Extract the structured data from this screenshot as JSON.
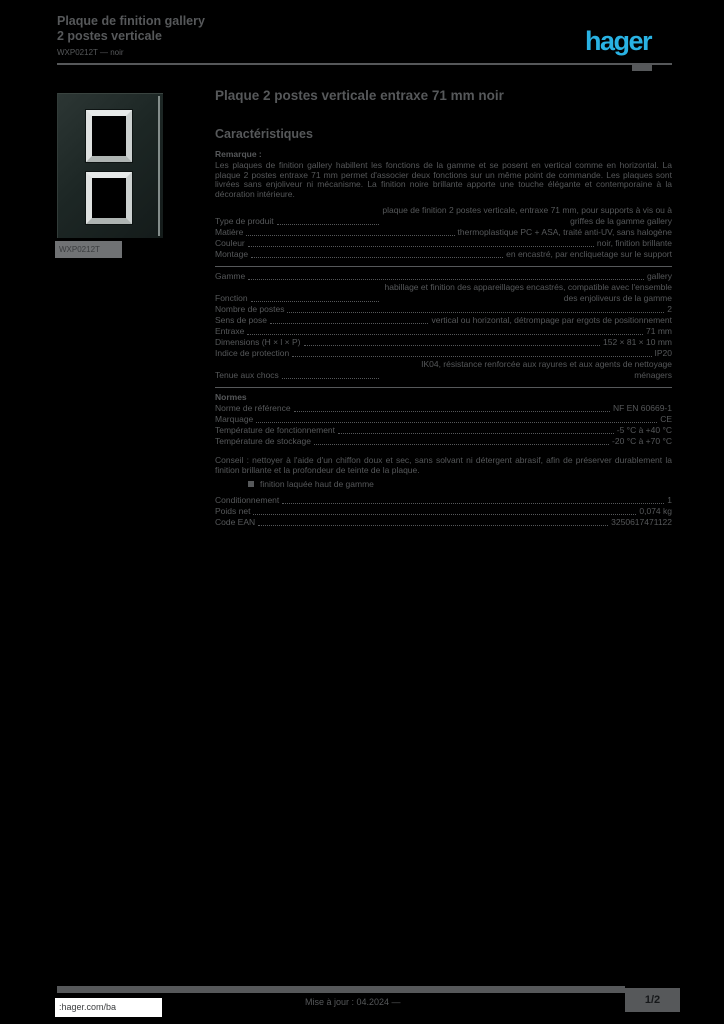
{
  "colors": {
    "background": "#000000",
    "text_gray": "#56585a",
    "logo_blue": "#29b2e3",
    "footer_box_bg": "#ffffff"
  },
  "header": {
    "title_line1": "Plaque de finition gallery",
    "title_line2": "2 postes verticale",
    "reference_line": "WXP0212T — noir",
    "logo_text": "hager"
  },
  "product": {
    "caption": "WXP0212T"
  },
  "main": {
    "title": "Plaque 2 postes verticale entraxe 71 mm noir",
    "section_heading": "Caractéristiques",
    "note_label": "Remarque :",
    "note_text": "Les plaques de finition gallery habillent les fonctions de la gamme et se posent en vertical comme en horizontal. La plaque 2 postes entraxe 71 mm permet d'associer deux fonctions sur un même point de commande. Les plaques sont livrées sans enjoliveur ni mécanisme. La finition noire brillante apporte une touche élégante et contemporaine à la décoration intérieure.",
    "spec_sections": [
      {
        "rows": [
          {
            "label": "Type de produit",
            "value": "plaque de finition 2 postes verticale, entraxe 71 mm, pour supports à vis ou à griffes de la gamme gallery"
          },
          {
            "label": "Matière",
            "value": "thermoplastique PC + ASA, traité anti-UV, sans halogène"
          },
          {
            "label": "Couleur",
            "value": "noir, finition brillante"
          },
          {
            "label": "Montage",
            "value": "en encastré, par encliquetage sur le support"
          }
        ]
      },
      {
        "ruled": true,
        "rows": [
          {
            "label": "Gamme",
            "value": "gallery"
          },
          {
            "label": "Fonction",
            "value": "habillage et finition des appareillages encastrés, compatible avec l'ensemble des enjoliveurs de la gamme"
          },
          {
            "label": "Nombre de postes",
            "value": "2"
          },
          {
            "label": "Sens de pose",
            "value": "vertical ou horizontal, détrompage par ergots de positionnement"
          },
          {
            "label": "Entraxe",
            "value": "71 mm"
          },
          {
            "label": "Dimensions (H × l × P)",
            "value": "152 × 81 × 10 mm"
          },
          {
            "label": "Indice de protection",
            "value": "IP20"
          },
          {
            "label": "Tenue aux chocs",
            "value": "IK04, résistance renforcée aux rayures et aux agents de nettoyage ménagers"
          }
        ]
      },
      {
        "ruled": true,
        "heading": "Normes",
        "rows": [
          {
            "label": "Norme de référence",
            "value": "NF EN 60669-1"
          },
          {
            "label": "Marquage",
            "value": "CE"
          },
          {
            "label": "Température de fonctionnement",
            "value": "-5 °C à +40 °C"
          },
          {
            "label": "Température de stockage",
            "value": "-20 °C à +70 °C"
          }
        ]
      },
      {
        "note": "Conseil : nettoyer à l'aide d'un chiffon doux et sec, sans solvant ni détergent abrasif, afin de préserver durablement la finition brillante et la profondeur de teinte de la plaque.",
        "bullet": "finition laquée haut de gamme",
        "rows": []
      },
      {
        "rows": [
          {
            "label": "Conditionnement",
            "value": "1"
          },
          {
            "label": "Poids net",
            "value": "0,074 kg"
          },
          {
            "label": "Code EAN",
            "value": "3250617471122"
          }
        ]
      }
    ]
  },
  "footer": {
    "left_link": ":hager.com/ba",
    "center_text": "Mise à jour : 04.2024 —",
    "page_badge": "1/2"
  }
}
